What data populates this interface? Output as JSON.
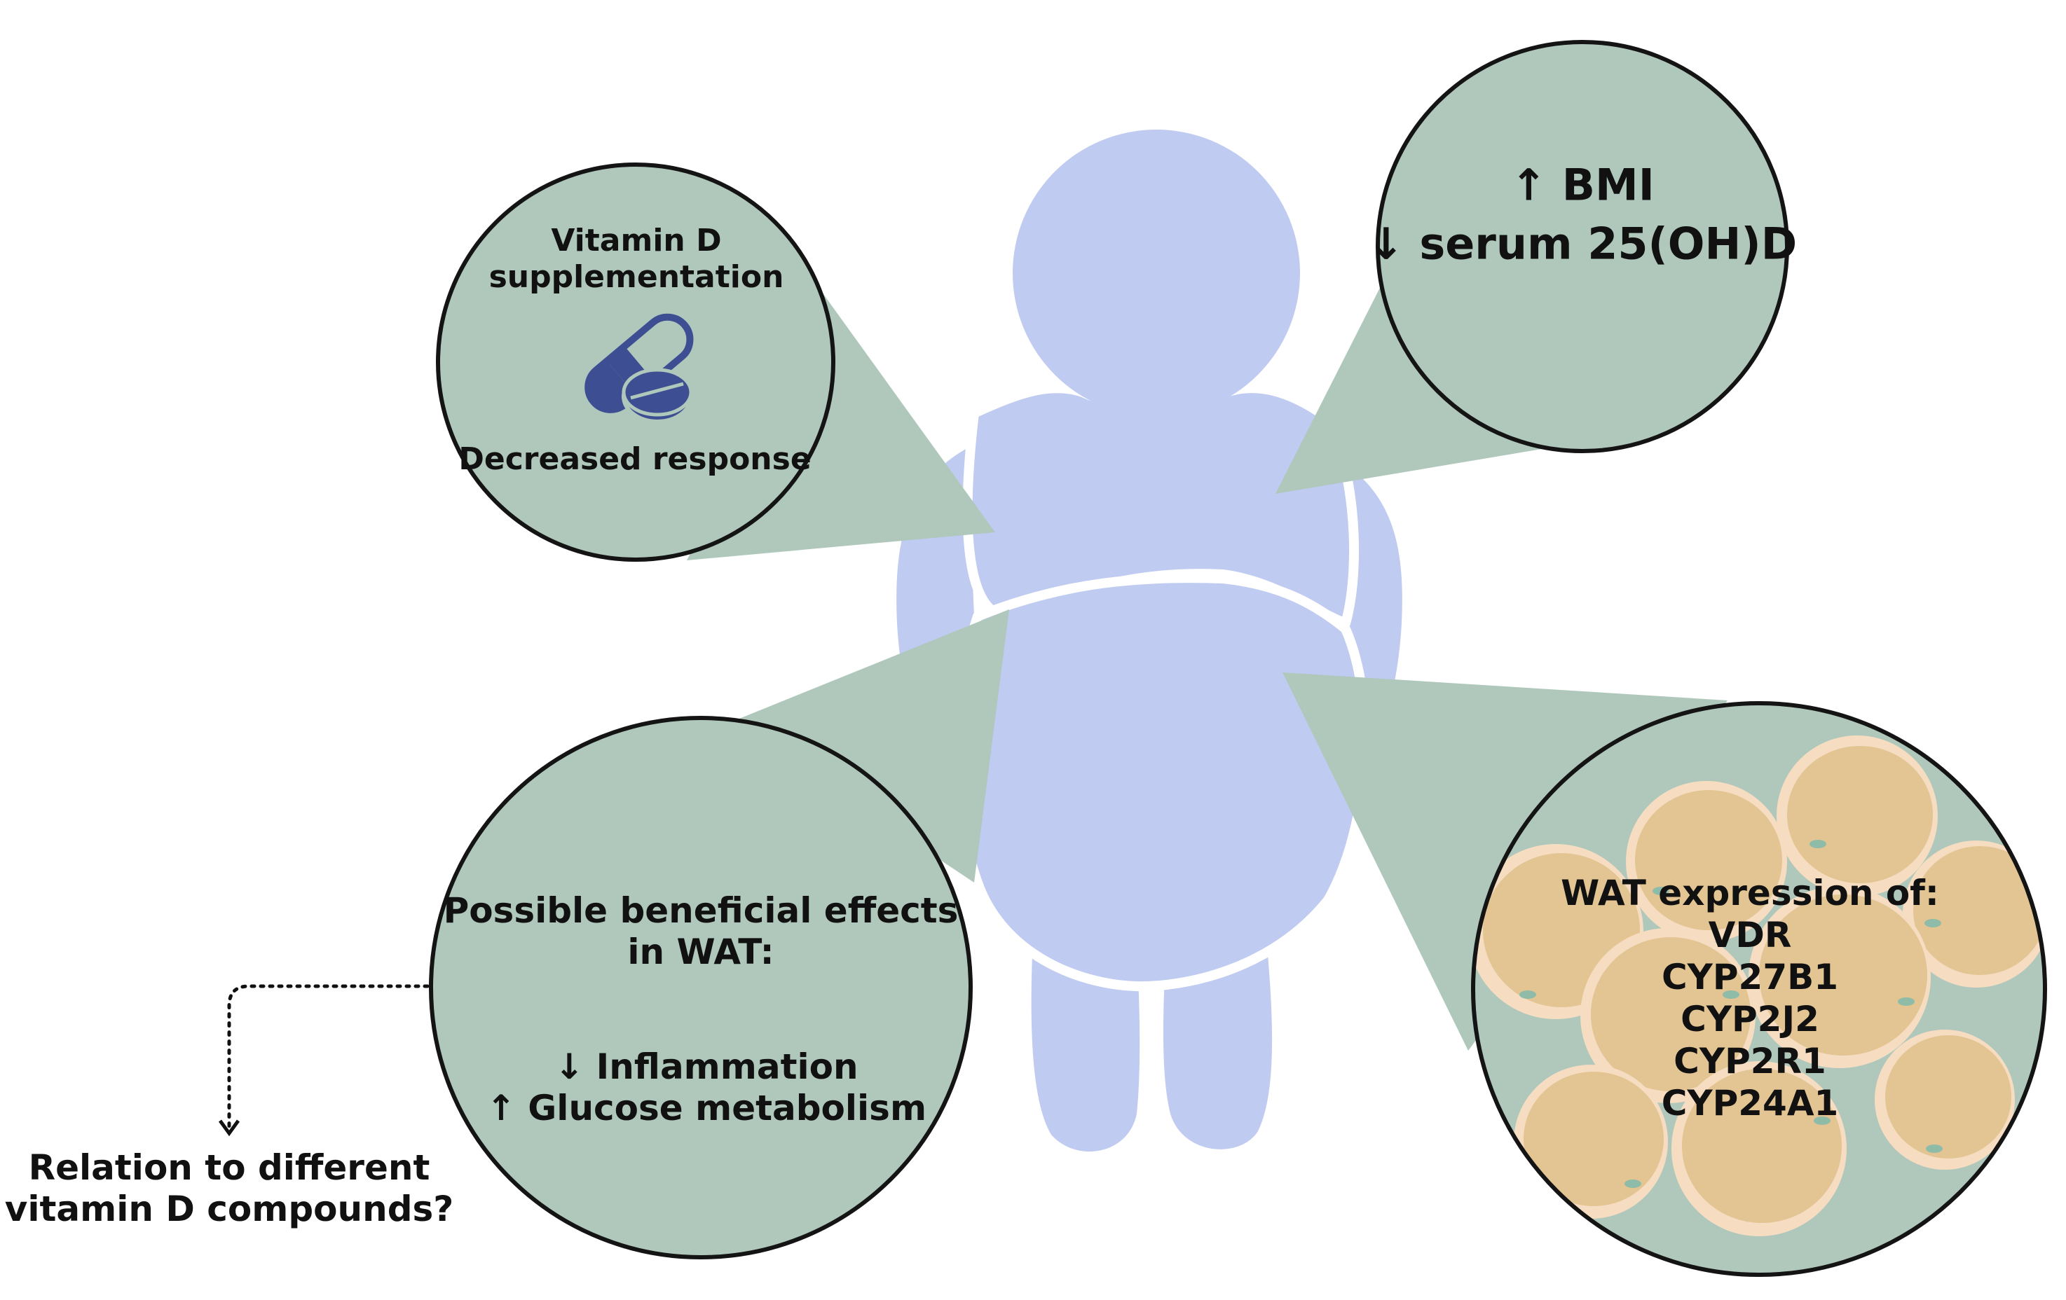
{
  "colors": {
    "body": "#bfcbf0",
    "body_line": "#ffffff",
    "bubble_fill": "#b0c8bc",
    "bubble_stroke": "#141414",
    "pill": "#3d4f92",
    "adipocyte": "#e2c593",
    "adipocyte_rim": "#f6dcc0",
    "nucleus": "#8fbba9",
    "text": "#111111"
  },
  "supplementation": {
    "title_line1": "Vitamin D",
    "title_line2": "supplementation",
    "icon": "pill-capsule-icon",
    "response": "Decreased response"
  },
  "serum": {
    "line1": "↑ BMI",
    "line2": "↓ serum 25(OH)D"
  },
  "effects": {
    "title_line1": "Possible beneficial effects",
    "title_line2": "in WAT:",
    "item1": "↓ Inflammation",
    "item2": "↑ Glucose metabolism"
  },
  "expression": {
    "title": "WAT expression of:",
    "genes": [
      "VDR",
      "CYP27B1",
      "CYP2J2",
      "CYP2R1",
      "CYP24A1"
    ]
  },
  "question": {
    "line1": "Relation to different",
    "line2": "vitamin D compounds?"
  }
}
